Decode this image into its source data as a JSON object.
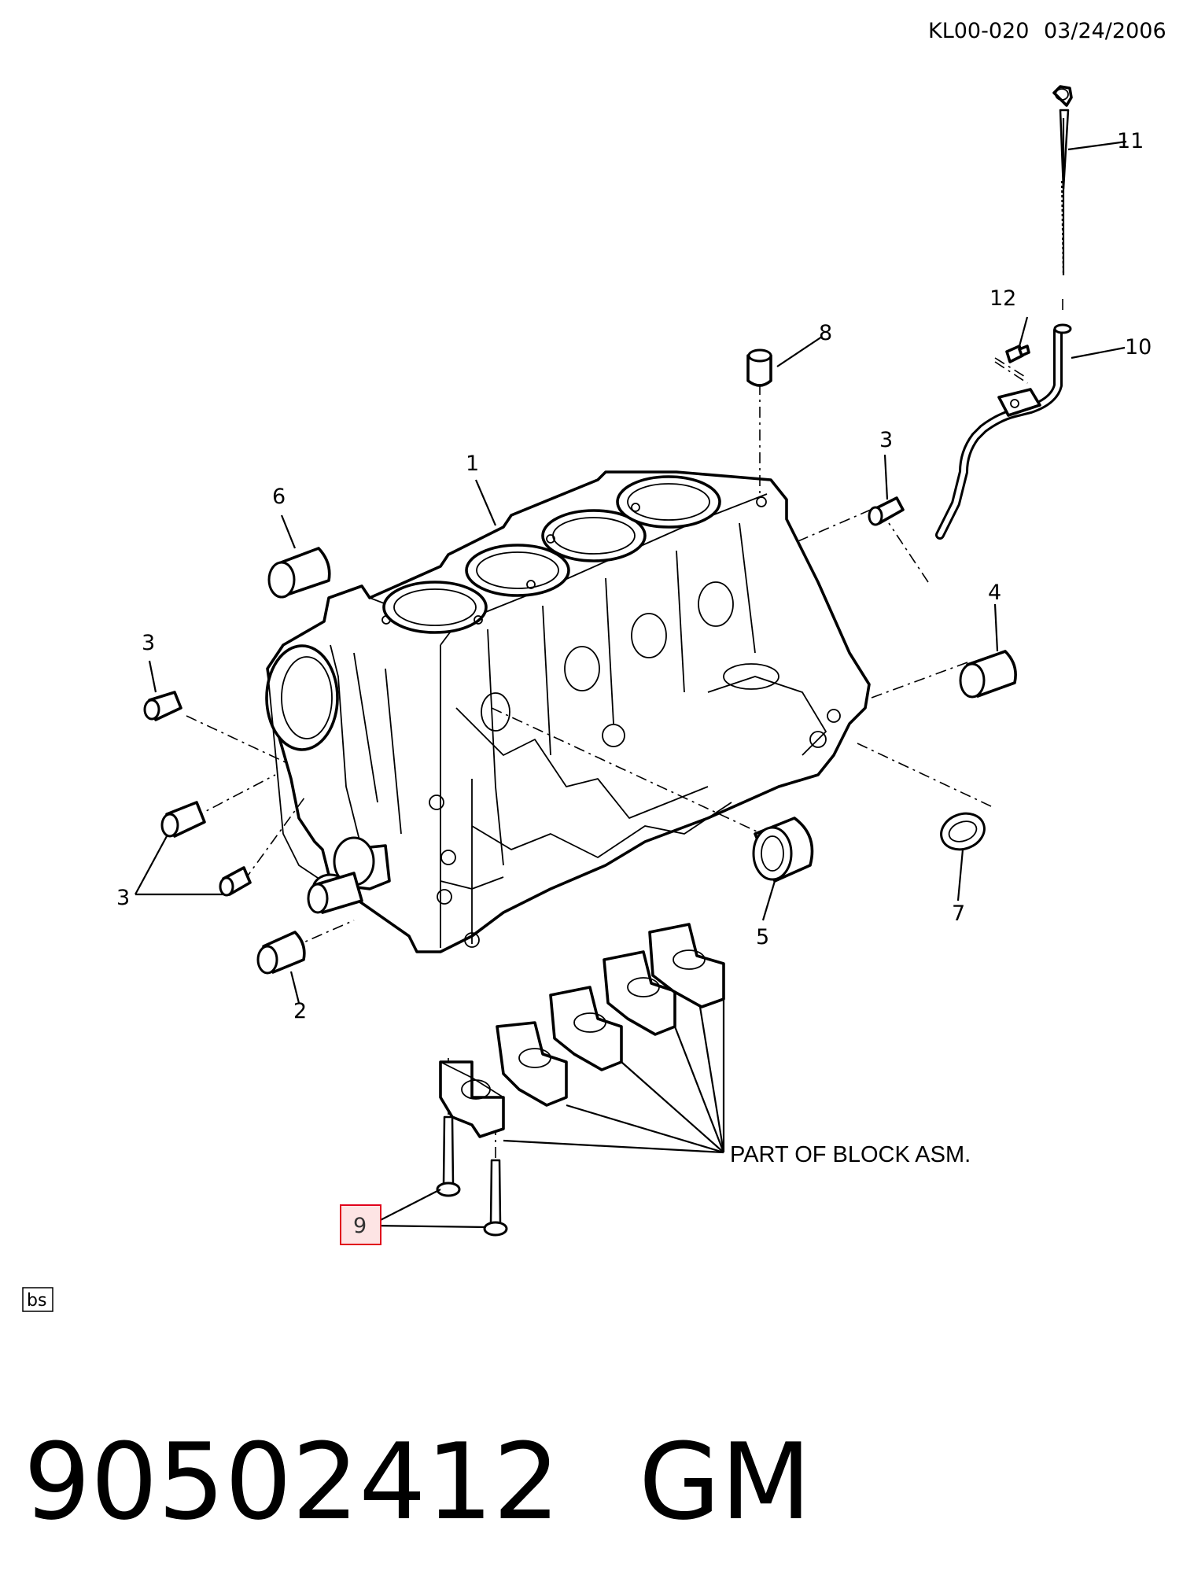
{
  "header": {
    "code": "KL00-020",
    "date": "03/24/2006"
  },
  "labels": {
    "l1": "1",
    "l2": "2",
    "l3a": "3",
    "l3b": "3",
    "l3c": "3",
    "l4": "4",
    "l5": "5",
    "l6": "6",
    "l7": "7",
    "l8": "8",
    "l9": "9",
    "l10": "10",
    "l11": "11",
    "l12": "12"
  },
  "callout": "PART OF BLOCK ASM.",
  "tag": "bs",
  "part": {
    "number": "90502412",
    "brand": "GM"
  },
  "colors": {
    "highlight_border": "#e0001b",
    "highlight_fill": "#fde4e4"
  }
}
